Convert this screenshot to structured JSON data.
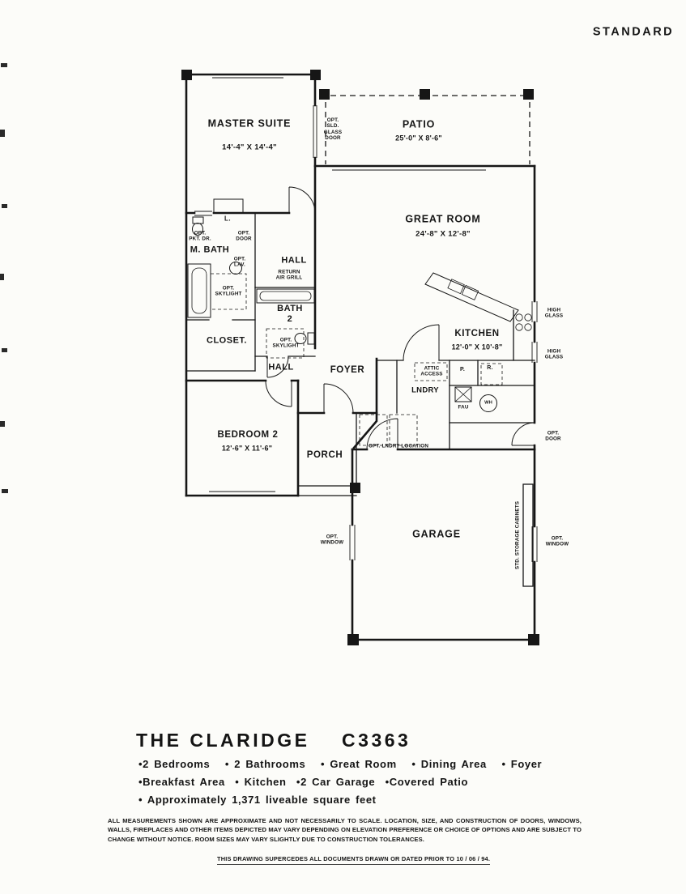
{
  "theme": {
    "paper": "#fcfcf9",
    "ink": "#1a1a1a"
  },
  "sheet": {
    "standard_tag": "STANDARD"
  },
  "plan": {
    "rooms": {
      "master_suite": {
        "name": "MASTER SUITE",
        "dims": "14'-4\" X 14'-4\""
      },
      "patio": {
        "name": "PATIO",
        "dims": "25'-0\" X 8'-6\""
      },
      "great_room": {
        "name": "GREAT ROOM",
        "dims": "24'-8\" X 12'-8\""
      },
      "kitchen": {
        "name": "KITCHEN",
        "dims": "12'-0\" X 10'-8\""
      },
      "bedroom_2": {
        "name": "BEDROOM 2",
        "dims": "12'-6\" X 11'-6\""
      },
      "master_bath": {
        "name": "M. BATH"
      },
      "bath_2": {
        "name": "BATH\n2"
      },
      "closet": {
        "name": "CLOSET."
      },
      "hall_upper": {
        "name": "HALL"
      },
      "hall_lower": {
        "name": "HALL"
      },
      "foyer": {
        "name": "FOYER"
      },
      "laundry": {
        "name": "LNDRY"
      },
      "porch": {
        "name": "PORCH"
      },
      "garage": {
        "name": "GARAGE"
      }
    },
    "annotations": {
      "opt_sld_glass_door": "OPT.\nSLD.\nGLASS\nDOOR",
      "linen": "L.",
      "opt_pocket_door": "OPT.\nPKT. DR.",
      "opt_door_master": "OPT.\nDOOR",
      "opt_lav": "OPT.\nLAV.",
      "return_air_grill": "RETURN\nAIR GRILL",
      "opt_skylight_mbath": "OPT.\nSKYLIGHT",
      "opt_skylight_bath2": "OPT.\nSKYLIGHT",
      "high_glass_upper": "HIGH\nGLASS",
      "high_glass_lower": "HIGH\nGLASS",
      "attic_access": "ATTIC\nACCESS",
      "pantry": "P.",
      "refrigerator": "R.",
      "fau": "FAU",
      "water_heater": "WH",
      "opt_lndry_location": "OPT. LNDRY LOCATION",
      "opt_door_side": "OPT.\nDOOR",
      "opt_window_left": "OPT.\nWINDOW",
      "opt_window_right": "OPT.\nWINDOW",
      "std_storage_cabinets": "STD. STORAGE CABINETS"
    }
  },
  "footer": {
    "title": "THE CLARIDGE    C3363",
    "features": [
      "•2 Bedrooms   • 2 Bathrooms   • Great Room   • Dining Area   • Foyer",
      "•Breakfast Area  • Kitchen  •2 Car Garage  •Covered Patio",
      "• Approximately 1,371 liveable square feet"
    ],
    "disclaimer": "ALL MEASUREMENTS SHOWN ARE APPROXIMATE AND NOT NECESSARILY TO SCALE. LOCATION, SIZE, AND CONSTRUCTION OF DOORS, WINDOWS, WALLS, FIREPLACES AND OTHER ITEMS DEPICTED MAY VARY DEPENDING ON ELEVATION PREFERENCE OR CHOICE OF OPTIONS AND ARE SUBJECT TO CHANGE WITHOUT NOTICE. ROOM SIZES MAY VARY SLIGHTLY DUE TO CONSTRUCTION TOLERANCES.",
    "supersede_note": "THIS DRAWING SUPERCEDES ALL DOCUMENTS DRAWN OR DATED PRIOR TO 10 / 06 / 94."
  }
}
